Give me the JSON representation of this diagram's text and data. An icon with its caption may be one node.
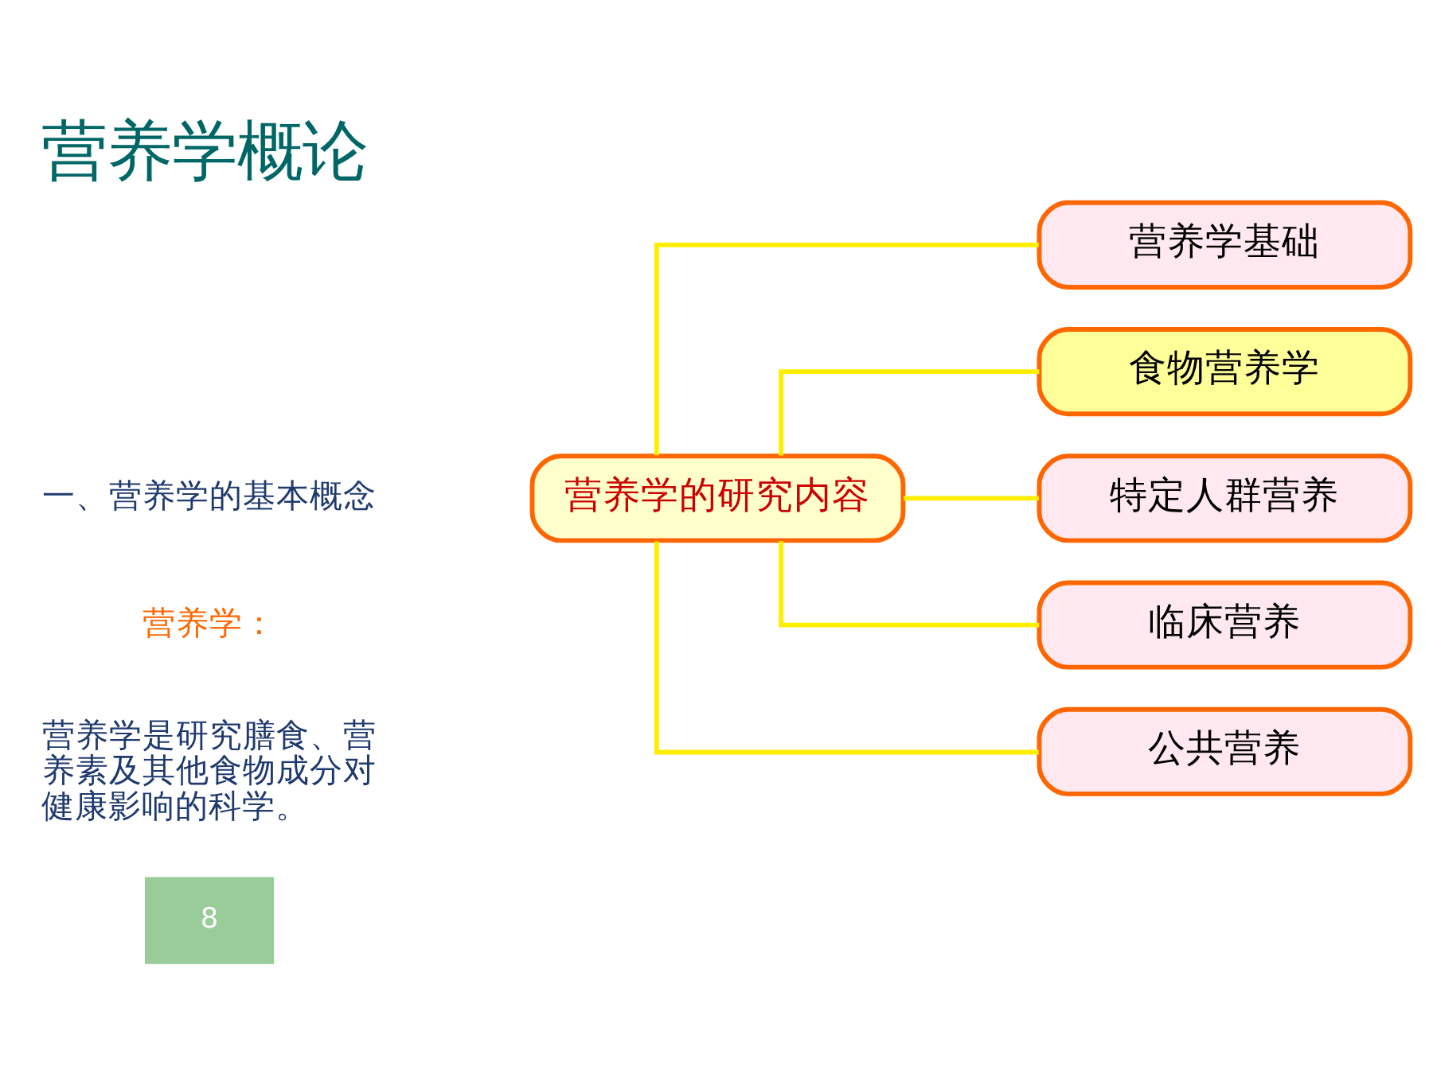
{
  "diagram": {
    "title": "营养学概论",
    "nodes": [
      {
        "text": [
          "营养学的研究内容"
        ]
      },
      {
        "text": [
          "营养学基础"
        ]
      },
      {
        "text": [
          "食物营养学"
        ]
      },
      {
        "text": [
          "特定人群营养"
        ]
      },
      {
        "text": [
          "临床营养"
        ]
      },
      {
        "text": [
          "公共营养"
        ]
      }
    ],
    "edges": [
      {
        "from": 0,
        "to": 1,
        "arrow": "none"
      },
      {
        "from": 0,
        "to": 2,
        "arrow": "none"
      },
      {
        "from": 0,
        "to": 3,
        "arrow": "none"
      },
      {
        "from": 0,
        "to": 4,
        "arrow": "none"
      },
      {
        "from": 0,
        "to": 5,
        "arrow": "none"
      }
    ],
    "labels": [
      "一、营养学的基本概念",
      "营养学：",
      "营养学是研究膳食、营养素及其他食物成分对健康影响的科学。",
      "8"
    ]
  }
}
